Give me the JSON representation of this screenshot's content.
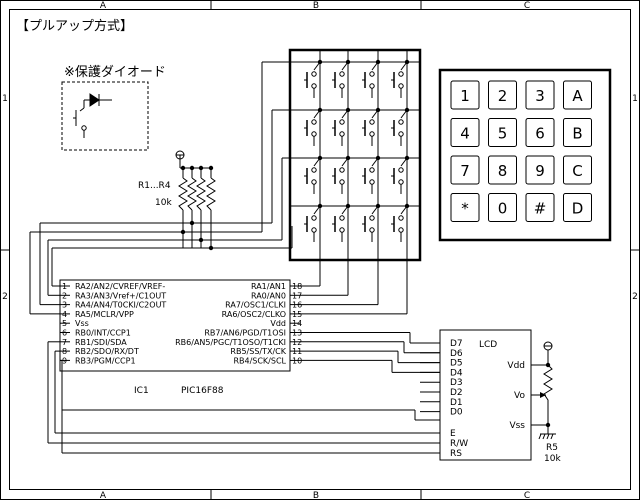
{
  "title": "【プルアップ方式】",
  "protection_note": "※保護ダイオード",
  "frame": {
    "top_labels": [
      "A",
      "B",
      "C"
    ],
    "bottom_labels": [
      "A",
      "B",
      "C"
    ],
    "left_labels": [
      "1",
      "2"
    ],
    "right_labels": [
      "1",
      "2"
    ]
  },
  "resistor_network": {
    "label": "R1...R4",
    "value": "10k"
  },
  "pic": {
    "ref": "IC1",
    "part": "PIC16F88",
    "left_pins": [
      {
        "num": "1",
        "name": "RA2/AN2/CVREF/VREF-"
      },
      {
        "num": "2",
        "name": "RA3/AN3/Vref+/C1OUT"
      },
      {
        "num": "3",
        "name": "RA4/AN4/T0CKI/C2OUT"
      },
      {
        "num": "4",
        "name": "RA5/MCLR/VPP"
      },
      {
        "num": "5",
        "name": "Vss"
      },
      {
        "num": "6",
        "name": "RB0/INT/CCP1"
      },
      {
        "num": "7",
        "name": "RB1/SDI/SDA"
      },
      {
        "num": "8",
        "name": "RB2/SDO/RX/DT"
      },
      {
        "num": "9",
        "name": "RB3/PGM/CCP1"
      }
    ],
    "right_pins": [
      {
        "num": "18",
        "name": "RA1/AN1"
      },
      {
        "num": "17",
        "name": "RA0/AN0"
      },
      {
        "num": "16",
        "name": "RA7/OSC1/CLKI"
      },
      {
        "num": "15",
        "name": "RA6/OSC2/CLKO"
      },
      {
        "num": "14",
        "name": "Vdd"
      },
      {
        "num": "13",
        "name": "RB7/AN6/PGD/T1OSI"
      },
      {
        "num": "12",
        "name": "RB6/AN5/PGC/T1OSO/T1CKI"
      },
      {
        "num": "11",
        "name": "RB5/SS/TX/CK"
      },
      {
        "num": "10",
        "name": "RB4/SCK/SCL"
      }
    ]
  },
  "lcd": {
    "title": "LCD",
    "data_pins": [
      "D7",
      "D6",
      "D5",
      "D4",
      "D3",
      "D2",
      "D1",
      "D0"
    ],
    "ctrl_pins": [
      "E",
      "R/W",
      "RS"
    ],
    "right_pins": [
      "Vdd",
      "Vo",
      "Vss"
    ]
  },
  "trimmer": {
    "ref": "R5",
    "value": "10k"
  },
  "keypad_keys": [
    "1",
    "2",
    "3",
    "A",
    "4",
    "5",
    "6",
    "B",
    "7",
    "8",
    "9",
    "C",
    "*",
    "0",
    "#",
    "D"
  ]
}
